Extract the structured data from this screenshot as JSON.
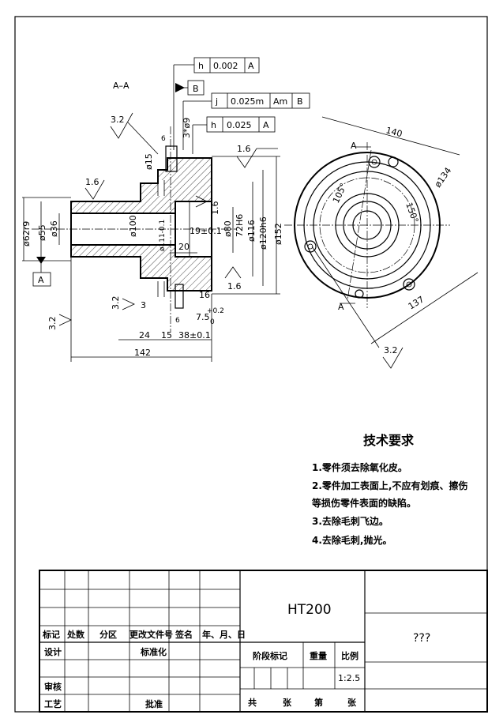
{
  "section_label": "A–A",
  "datum_b": "B",
  "datum_a": "A",
  "fcf": [
    {
      "sym": "h",
      "tol": "0.002",
      "datum": "A"
    },
    {
      "sym": "j",
      "tol": "0.025m",
      "datum": "Am",
      "datum2": "B"
    },
    {
      "sym": "h",
      "tol": "0.025",
      "datum": "A"
    }
  ],
  "roughness": {
    "r1": "3.2",
    "r2": "1.6",
    "r3": "1.6",
    "r4": "1.6",
    "r5": "1.6",
    "r6": "3.2",
    "r7": "3.2",
    "r8": "3.2"
  },
  "dims": {
    "d62": "ø62r9",
    "d55": "ø55",
    "d36": "ø36",
    "d100": "ø100",
    "d111": "ø111-0.1",
    "d15": "ø15",
    "d3x9": "3*ø9",
    "d6": "6",
    "d19": "19±0.1",
    "d20": "20",
    "d80": "ø80",
    "d72": "72H6",
    "d116": "ø116",
    "d120": "ø120h6",
    "d152": "ø152",
    "d16": "16",
    "d3": "3",
    "d75": "7.5",
    "d75tol": "+0.2",
    "d0": "0",
    "d6b": "6",
    "d24": "24",
    "d15b": "15",
    "d38": "38±0.1",
    "d142": "142",
    "d140": "140",
    "d134": "ø134",
    "d105": "105°",
    "d150": "150°",
    "d137": "137",
    "secA1": "A",
    "secA2": "A"
  },
  "notes": {
    "title": "技术要求",
    "items": [
      "1.零件须去除氧化皮。",
      "2.零件加工表面上,不应有划痕、擦伤",
      "等损伤零件表面的缺陷。",
      "3.去除毛刺飞边。",
      "4.去除毛刺,抛光。"
    ]
  },
  "title_block": {
    "material": "HT200",
    "name": "???",
    "hdr": [
      "标记",
      "处数",
      "分区",
      "更改文件号",
      "签名",
      "年、月、日"
    ],
    "design": "设计",
    "standard": "标准化",
    "review": "审核",
    "process": "工艺",
    "approve": "批准",
    "stage": "阶段标记",
    "weight": "重量",
    "scale_label": "比例",
    "scale": "1:2.5",
    "total": "共",
    "sheet1": "张",
    "nth": "第",
    "sheet2": "张"
  }
}
